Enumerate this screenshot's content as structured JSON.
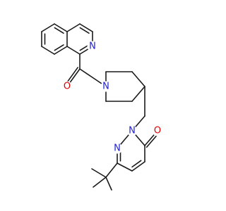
{
  "colors": {
    "bond": "#1a1a1a",
    "N": "#1f1fd1",
    "O": "#e00000",
    "background": "#ffffff"
  },
  "atoms": {
    "n_isoquinoline": "N",
    "o_carbonyl": "O",
    "n_piperidine": "N",
    "n_pyridazinone_1": "N",
    "n_pyridazinone_2": "N",
    "o_pyridazinone": "O"
  }
}
